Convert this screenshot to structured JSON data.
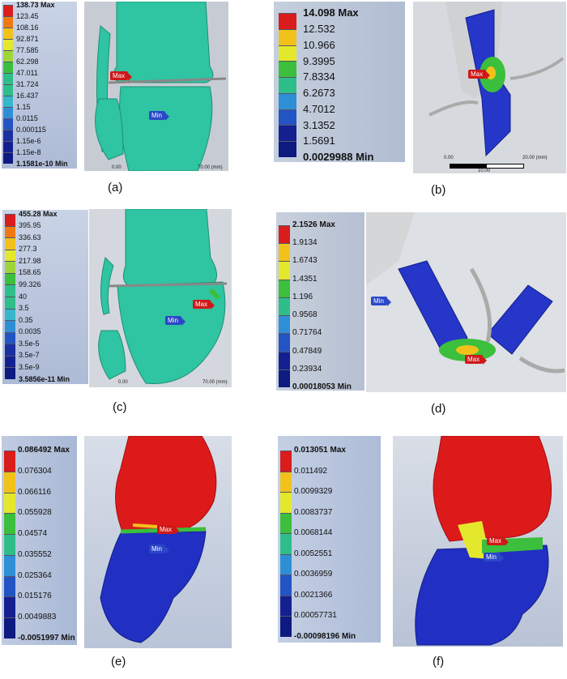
{
  "colors": [
    "#d91c1c",
    "#f07a12",
    "#f2c21b",
    "#e4e82c",
    "#9ed63a",
    "#3cbf3c",
    "#2fbe8a",
    "#37b7c9",
    "#2f8fd6",
    "#2254c4",
    "#1b2fa0",
    "#142090",
    "#0d1a80"
  ],
  "panels": [
    {
      "id": "a",
      "caption": "(a)",
      "max": "138.73 Max",
      "values": [
        "123.45",
        "108.16",
        "92.871",
        "77.585",
        "62.298",
        "47.011",
        "31.724",
        "16.437",
        "1.15",
        "0.0115",
        "0.000115",
        "1.15e-6",
        "1.15e-8"
      ],
      "min": "1.1581e-10 Min",
      "markers": {
        "max": "Max",
        "min": "Min"
      },
      "scale": [
        "0.00",
        "70.00 (mm)"
      ]
    },
    {
      "id": "b",
      "caption": "(b)",
      "max": "14.098 Max",
      "values": [
        "12.532",
        "10.966",
        "9.3995",
        "7.8334",
        "6.2673",
        "4.7012",
        "3.1352",
        "1.5691"
      ],
      "min": "0.0029988 Min",
      "markers": {
        "max": "Max"
      },
      "scale": [
        "0.00",
        "10.00",
        "20.00 (mm)"
      ]
    },
    {
      "id": "c",
      "caption": "(c)",
      "max": "455.28 Max",
      "values": [
        "395.95",
        "336.63",
        "277.3",
        "217.98",
        "158.65",
        "99.326",
        "40",
        "3.5",
        "0.35",
        "0.0035",
        "3.5e-5",
        "3.5e-7",
        "3.5e-9"
      ],
      "min": "3.5856e-11 Min",
      "markers": {
        "max": "Max",
        "min": "Min"
      },
      "scale": [
        "0.00",
        "70.00 (mm)"
      ]
    },
    {
      "id": "d",
      "caption": "(d)",
      "max": "2.1526 Max",
      "values": [
        "1.9134",
        "1.6743",
        "1.4351",
        "1.196",
        "0.9568",
        "0.71764",
        "0.47849",
        "0.23934"
      ],
      "min": "0.00018053 Min",
      "markers": {
        "max": "Max",
        "min": "Min"
      }
    },
    {
      "id": "e",
      "caption": "(e)",
      "max": "0.086492 Max",
      "values": [
        "0.076304",
        "0.066116",
        "0.055928",
        "0.04574",
        "0.035552",
        "0.025364",
        "0.015176",
        "0.0049883"
      ],
      "min": "-0.0051997 Min",
      "markers": {
        "max": "Max",
        "min": "Min"
      }
    },
    {
      "id": "f",
      "caption": "(f)",
      "max": "0.013051 Max",
      "values": [
        "0.011492",
        "0.0099329",
        "0.0083737",
        "0.0068144",
        "0.0052551",
        "0.0036959",
        "0.0021366",
        "0.00057731"
      ],
      "min": "-0.00098196 Min",
      "markers": {
        "max": "Max",
        "min": "Min"
      }
    }
  ]
}
